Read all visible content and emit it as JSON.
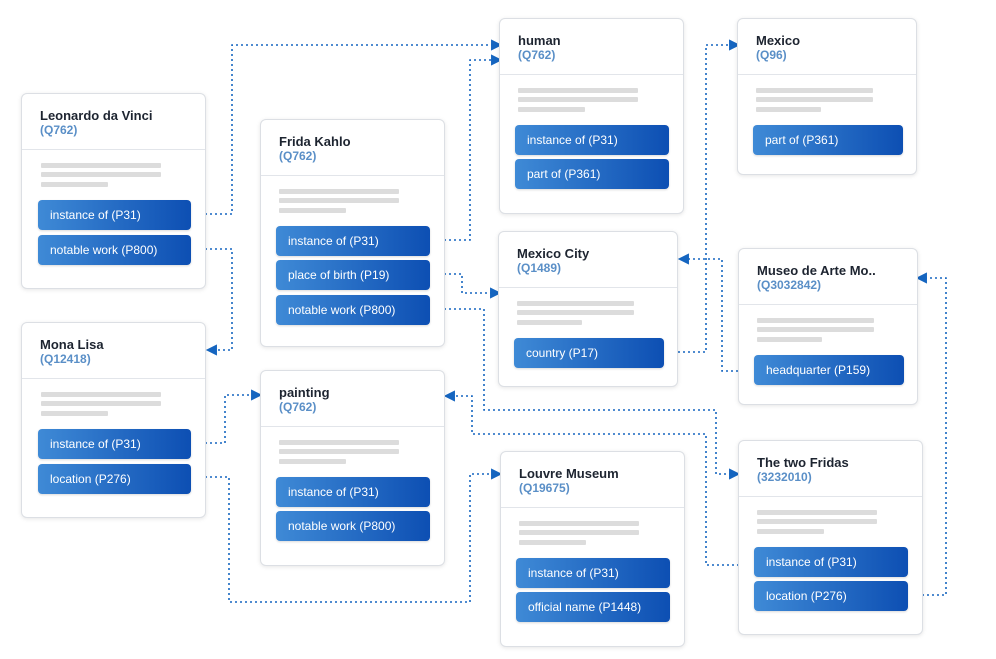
{
  "colors": {
    "accent": "#1565c0",
    "qid": "#5a8fc7",
    "connector": "#1565c0"
  },
  "cards": {
    "leonardo": {
      "title": "Leonardo da Vinci",
      "qid": "(Q762)",
      "props": [
        "instance of (P31)",
        "notable work (P800)"
      ]
    },
    "mona": {
      "title": "Mona Lisa",
      "qid": "(Q12418)",
      "props": [
        "instance of (P31)",
        "location (P276)"
      ]
    },
    "frida": {
      "title": "Frida Kahlo",
      "qid": "(Q762)",
      "props": [
        "instance of (P31)",
        "place of birth (P19)",
        "notable work (P800)"
      ]
    },
    "painting": {
      "title": "painting",
      "qid": "(Q762)",
      "props": [
        "instance of (P31)",
        "notable work (P800)"
      ]
    },
    "human": {
      "title": "human",
      "qid": "(Q762)",
      "props": [
        "instance of (P31)",
        "part of (P361)"
      ]
    },
    "mexico_city": {
      "title": "Mexico City",
      "qid": "(Q1489)",
      "props": [
        "country (P17)"
      ]
    },
    "louvre": {
      "title": "Louvre Museum",
      "qid": "(Q19675)",
      "props": [
        "instance of (P31)",
        "official name (P1448)"
      ]
    },
    "mexico": {
      "title": "Mexico",
      "qid": "(Q96)",
      "props": [
        "part of (P361)"
      ]
    },
    "museo": {
      "title": "Museo de Arte Mo..",
      "qid": "(Q3032842)",
      "props": [
        "headquarter (P159)"
      ]
    },
    "two_fridas": {
      "title": "The two Fridas",
      "qid": "(3232010)",
      "props": [
        "instance of (P31)",
        "location (P276)"
      ]
    }
  }
}
